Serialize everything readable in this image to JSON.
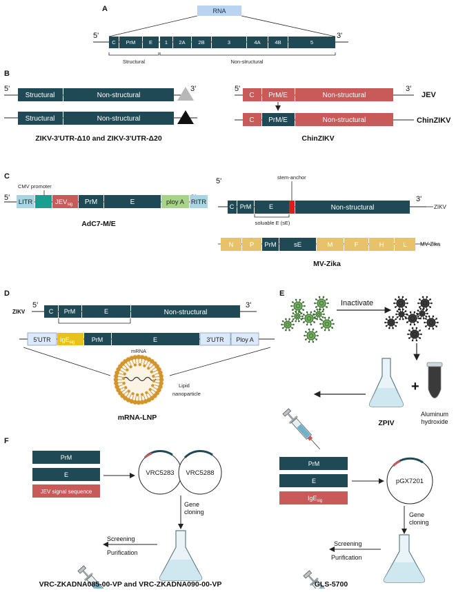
{
  "colors": {
    "dark": "#1f4a55",
    "red": "#c85a5a",
    "gold": "#e6c36a",
    "light_blue": "#a9d4e2",
    "teal": "#1a9e8f",
    "green": "#a8d38a",
    "rna_box": "#b9d3f0",
    "mrna_box": "#dce9f8",
    "ige_yellow": "#e8c21a",
    "lipid": "#d4942c",
    "flask": "#cfe7ef",
    "virus_green": "#6fae5c"
  },
  "panel_a": {
    "label": "A",
    "rna": "RNA",
    "five": "5'",
    "three": "3'",
    "segments": [
      "C",
      "PrM",
      "E",
      "1",
      "2A",
      "2B",
      "3",
      "4A",
      "4B",
      "5"
    ],
    "structural": "Structural",
    "nonstructural": "Non-structural"
  },
  "panel_b": {
    "label": "B",
    "five": "5'",
    "three": "3'",
    "structural": "Structural",
    "nonstructural": "Non-structural",
    "caption_left": "ZIKV-3'UTR-Δ10 and ZIKV-3'UTR-Δ20",
    "c": "C",
    "prm_e": "PrM/E",
    "jev": "JEV",
    "chinzikv": "ChinZIKV",
    "caption_right": "ChinZIKV"
  },
  "panel_c": {
    "label": "C",
    "cmv": "CMV promoter",
    "five": "5'",
    "three": "3'",
    "litr": "LITR",
    "jev_sig": "JEV",
    "jev_sig_sub": "sig",
    "prm": "PrM",
    "e": "E",
    "polya": "ploy A",
    "ritr": "RITR",
    "caption_left": "AdC7-M/E",
    "stem_anchor": "stem-anchor",
    "c": "C",
    "nonstructural": "Non-structural",
    "zikv": "ZIKV",
    "soluble": "soluable E (sE)",
    "mv_segments": [
      "N",
      "P",
      "PrM",
      "sE",
      "M",
      "F",
      "H",
      "L"
    ],
    "mv_zika": "MV-Zika",
    "caption_right": "MV-Zika"
  },
  "panel_d": {
    "label": "D",
    "zikv": "ZIKV",
    "five": "5'",
    "three": "3'",
    "c": "C",
    "prm": "PrM",
    "e": "E",
    "nonstructural": "Non-structural",
    "utr5": "5'UTR",
    "ige": "IgE",
    "ige_sub": "sig",
    "utr3": "3'UTR",
    "polya": "Ploy A",
    "mrna": "mRNA",
    "lipid1": "Lipid",
    "lipid2": "nanoparticle",
    "caption": "mRNA-LNP"
  },
  "panel_e": {
    "label": "E",
    "inactivate": "Inactivate",
    "plus": "+",
    "alum1": "Aluminum",
    "alum2": "hydroxide",
    "caption": "ZPIV"
  },
  "panel_f": {
    "label": "F",
    "left_boxes": [
      "PrM",
      "E",
      "JEV signal sequence"
    ],
    "plasmid1": "VRC5283",
    "plasmid2": "VRC5288",
    "gene": "Gene",
    "cloning": "cloning",
    "screening": "Screening",
    "purification": "Purification",
    "caption_left": "VRC-ZKADNA085-00-VP and VRC-ZKADNA090-00-VP",
    "right_prm": "PrM",
    "right_e": "E",
    "right_ige": "IgE",
    "right_ige_sub": "sig",
    "plasmid3": "pGX7201",
    "caption_right": "GLS-5700"
  }
}
